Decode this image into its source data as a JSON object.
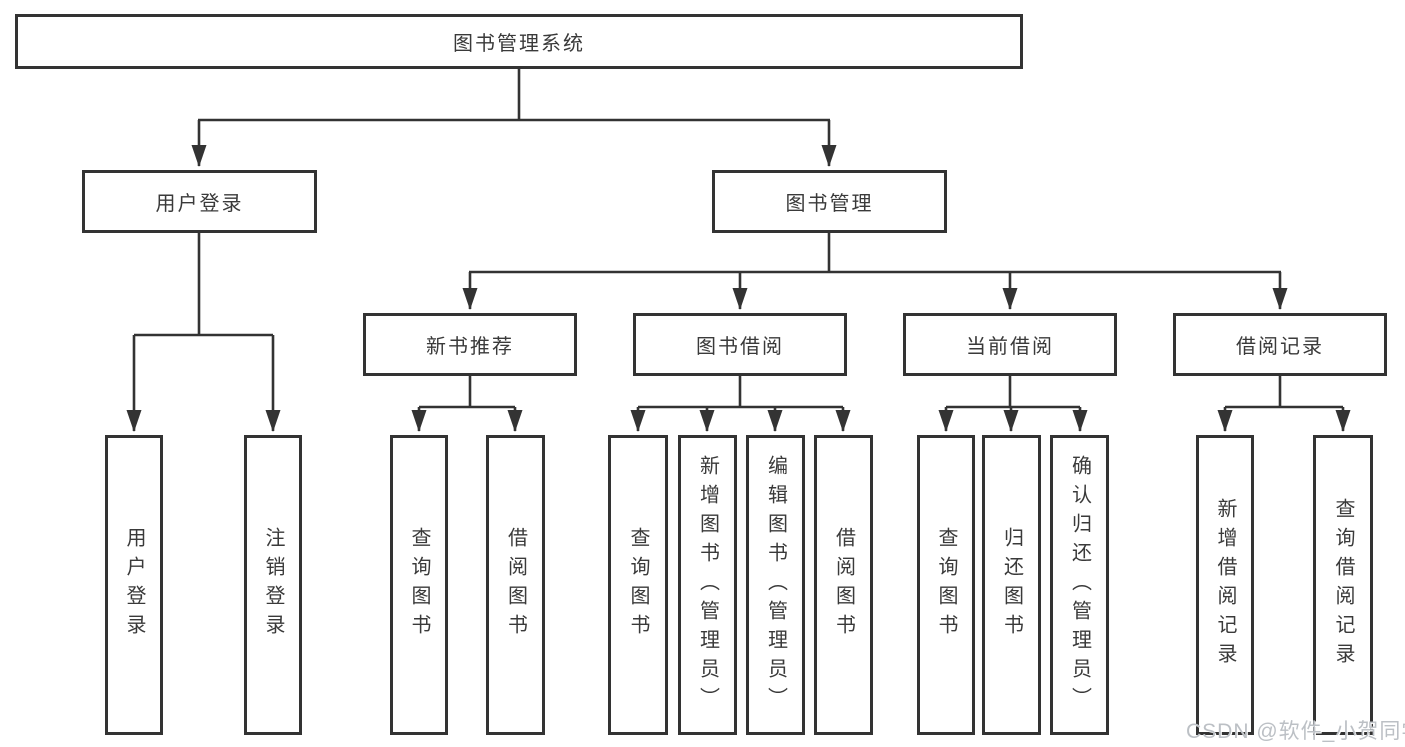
{
  "diagram": {
    "root_label": "图书管理系统",
    "user_login": {
      "label": "用户登录",
      "children": [
        "用户登录",
        "注销登录"
      ]
    },
    "book_mgmt": {
      "label": "图书管理"
    },
    "new_book": {
      "label": "新书推荐",
      "children": [
        "查询图书",
        "借阅图书"
      ]
    },
    "book_borrow": {
      "label": "图书借阅",
      "children": [
        "查询图书",
        "新增图书（管理员）",
        "编辑图书（管理员）",
        "借阅图书"
      ]
    },
    "current_borrow": {
      "label": "当前借阅",
      "children": [
        "查询图书",
        "归还图书",
        "确认归还（管理员）"
      ]
    },
    "borrow_records": {
      "label": "借阅记录",
      "children": [
        "新增借阅记录",
        "查询借阅记录"
      ]
    },
    "colors": {
      "line": "#333333",
      "box_background": "#ffffff",
      "text": "#3a3a3a",
      "watermark": "#bcc0c5"
    }
  },
  "watermark": "CSDN @软件_小贺同学"
}
